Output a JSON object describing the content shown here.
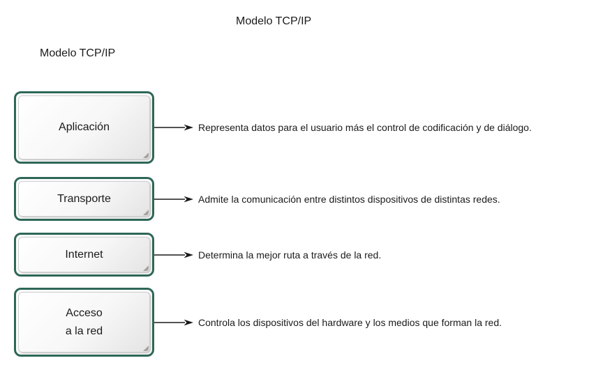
{
  "title_top": "Modelo TCP/IP",
  "title_left": "Modelo TCP/IP",
  "colors": {
    "box_border": "#2e6757",
    "box_fill_start": "#ffffff",
    "box_fill_end": "#e4e4e4",
    "arrow": "#1a1a1a",
    "text": "#1a1a1a"
  },
  "layers": [
    {
      "label": "Aplicación",
      "description": "Representa datos para el usuario más el control de codificación y de diálogo."
    },
    {
      "label": "Transporte",
      "description": "Admite la comunicación entre distintos dispositivos de distintas redes."
    },
    {
      "label": "Internet",
      "description": "Determina la mejor ruta a través de la red."
    },
    {
      "label": "Acceso\na la red",
      "description": "Controla los dispositivos del hardware y los medios que forman la red."
    }
  ]
}
